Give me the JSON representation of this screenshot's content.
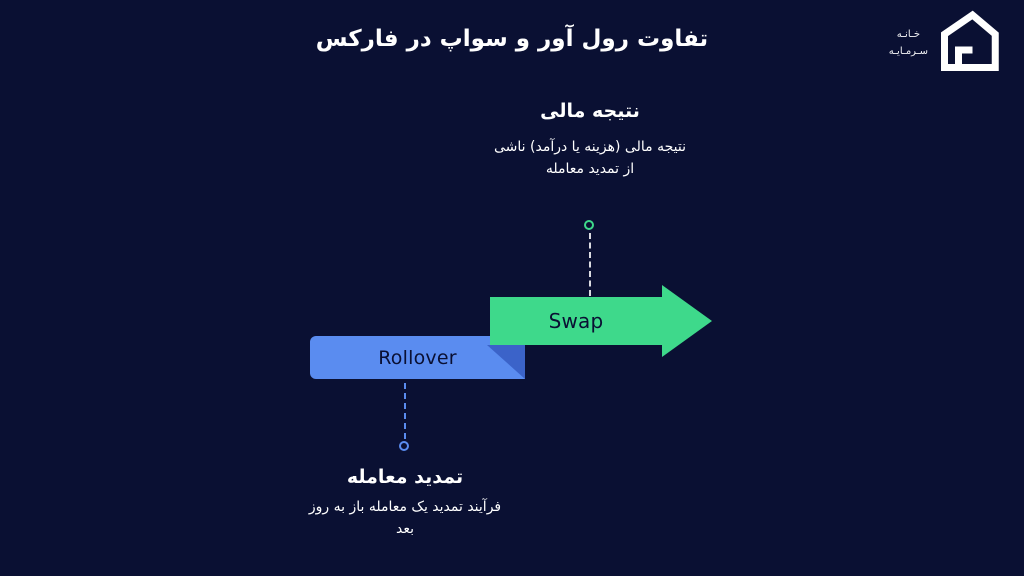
{
  "title": "تفاوت رول آور و سواپ در فارکس",
  "logo": {
    "brand_line1": "خـانـه",
    "brand_line2": "سـرمـایـه",
    "icon": "house-logo-icon"
  },
  "swap": {
    "label": "Swap",
    "heading": "نتیجه مالی",
    "description": "نتیجه مالی (هزینه یا درآمد) ناشی از تمدید معامله"
  },
  "rollover": {
    "label": "Rollover",
    "heading": "تمدید معامله",
    "description": "فرآیند تمدید یک معامله باز به روز بعد"
  },
  "colors": {
    "background": "#0a1033",
    "accent_green": "#3ed98b",
    "accent_blue": "#5a8cf0",
    "fold_blue": "#3b63c9",
    "text_light": "#ffffff",
    "text_dark": "#0a1033"
  }
}
